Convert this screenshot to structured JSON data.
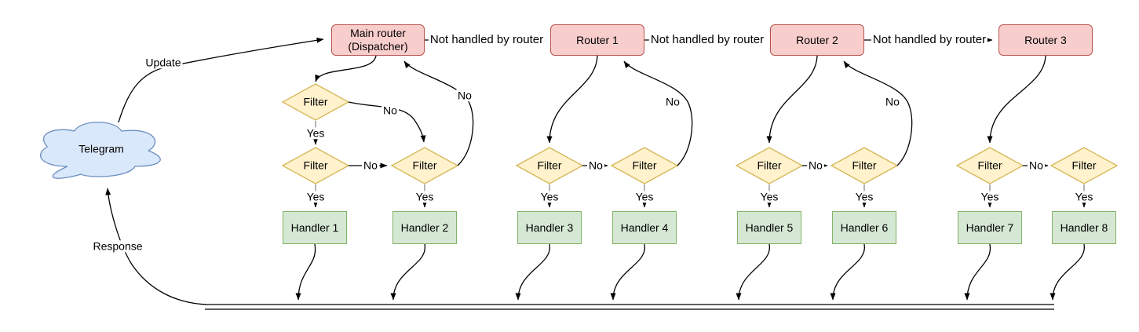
{
  "colors": {
    "router_fill": "#f8cecc",
    "router_stroke": "#b85450",
    "filter_fill": "#fff2cc",
    "filter_stroke": "#d6b656",
    "handler_fill": "#d5e8d4",
    "handler_stroke": "#82b366",
    "cloud_fill": "#dae8fc",
    "cloud_stroke": "#6c8ebf",
    "edge": "#000000",
    "stub": "#8c8c8c"
  },
  "source": {
    "label": "Telegram"
  },
  "edge_labels": {
    "update": "Update",
    "response": "Response",
    "not_handled": "Not handled by router",
    "yes": "Yes",
    "no": "No"
  },
  "groups": [
    {
      "router": {
        "line1": "Main router",
        "line2": "(Dispatcher)"
      },
      "filters": [
        "Filter",
        "Filter",
        "Filter"
      ],
      "handlers": [
        "Handler 1",
        "Handler 2"
      ]
    },
    {
      "router": {
        "line1": "Router 1"
      },
      "filters": [
        "Filter",
        "Filter"
      ],
      "handlers": [
        "Handler 3",
        "Handler 4"
      ]
    },
    {
      "router": {
        "line1": "Router 2"
      },
      "filters": [
        "Filter",
        "Filter"
      ],
      "handlers": [
        "Handler 5",
        "Handler 6"
      ]
    },
    {
      "router": {
        "line1": "Router 3"
      },
      "filters": [
        "Filter",
        "Filter"
      ],
      "handlers": [
        "Handler 7",
        "Handler 8"
      ]
    }
  ]
}
